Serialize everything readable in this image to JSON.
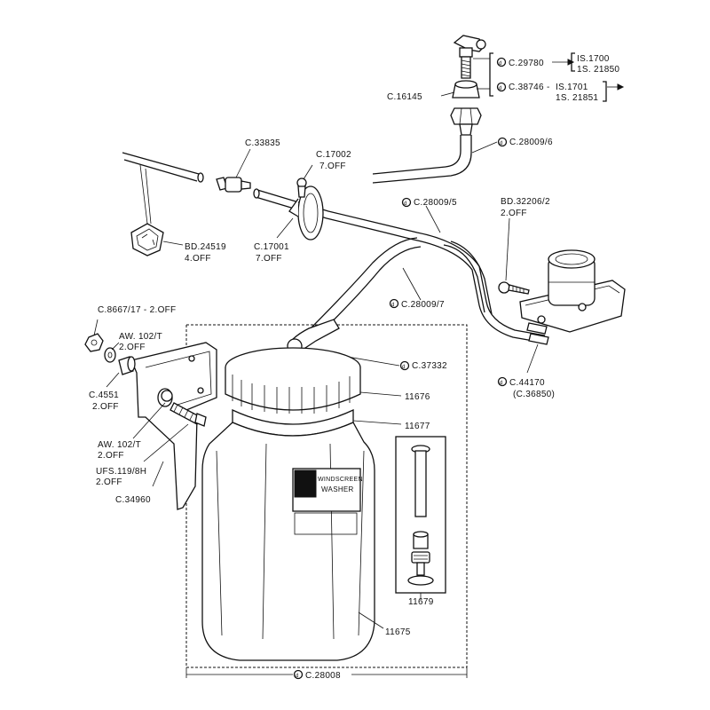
{
  "labels": {
    "c29780": "C.29780",
    "is1700": "IS.1700",
    "is21850": "1S. 21850",
    "c38746": "C.38746 -",
    "is1701": "IS.1701",
    "is21851": "1S. 21851",
    "c16145": "C.16145",
    "c28009_6": "C.28009/6",
    "c33835": "C.33835",
    "c17002": "C.17002",
    "c17002_qty": "7.OFF",
    "c28009_5": "C.28009/5",
    "bd32206": "BD.32206/2",
    "bd32206_qty": "2.OFF",
    "bd24519": "BD.24519",
    "bd24519_qty": "4.OFF",
    "c17001": "C.17001",
    "c17001_qty": "7.OFF",
    "c28009_7": "C.28009/7",
    "c8667": "C.8667/17 - 2.OFF",
    "aw102_top": "AW. 102/T",
    "aw102_top_qty": "2.OFF",
    "c37332": "C.37332",
    "c44170": "C.44170",
    "c36850": "(C.36850)",
    "c4551": "C.4551",
    "c4551_qty": "2.OFF",
    "p11676": "11676",
    "p11677": "11677",
    "aw102_bot": "AW. 102/T",
    "aw102_bot_qty": "2.OFF",
    "ufs119": "UFS.119/8H",
    "ufs119_qty": "2.OFF",
    "c34960": "C.34960",
    "p11679": "11679",
    "p11675": "11675",
    "c28008": "C.28008",
    "bottle_text_line1": "WINDSCREEN",
    "bottle_text_line2": "WASHER"
  }
}
